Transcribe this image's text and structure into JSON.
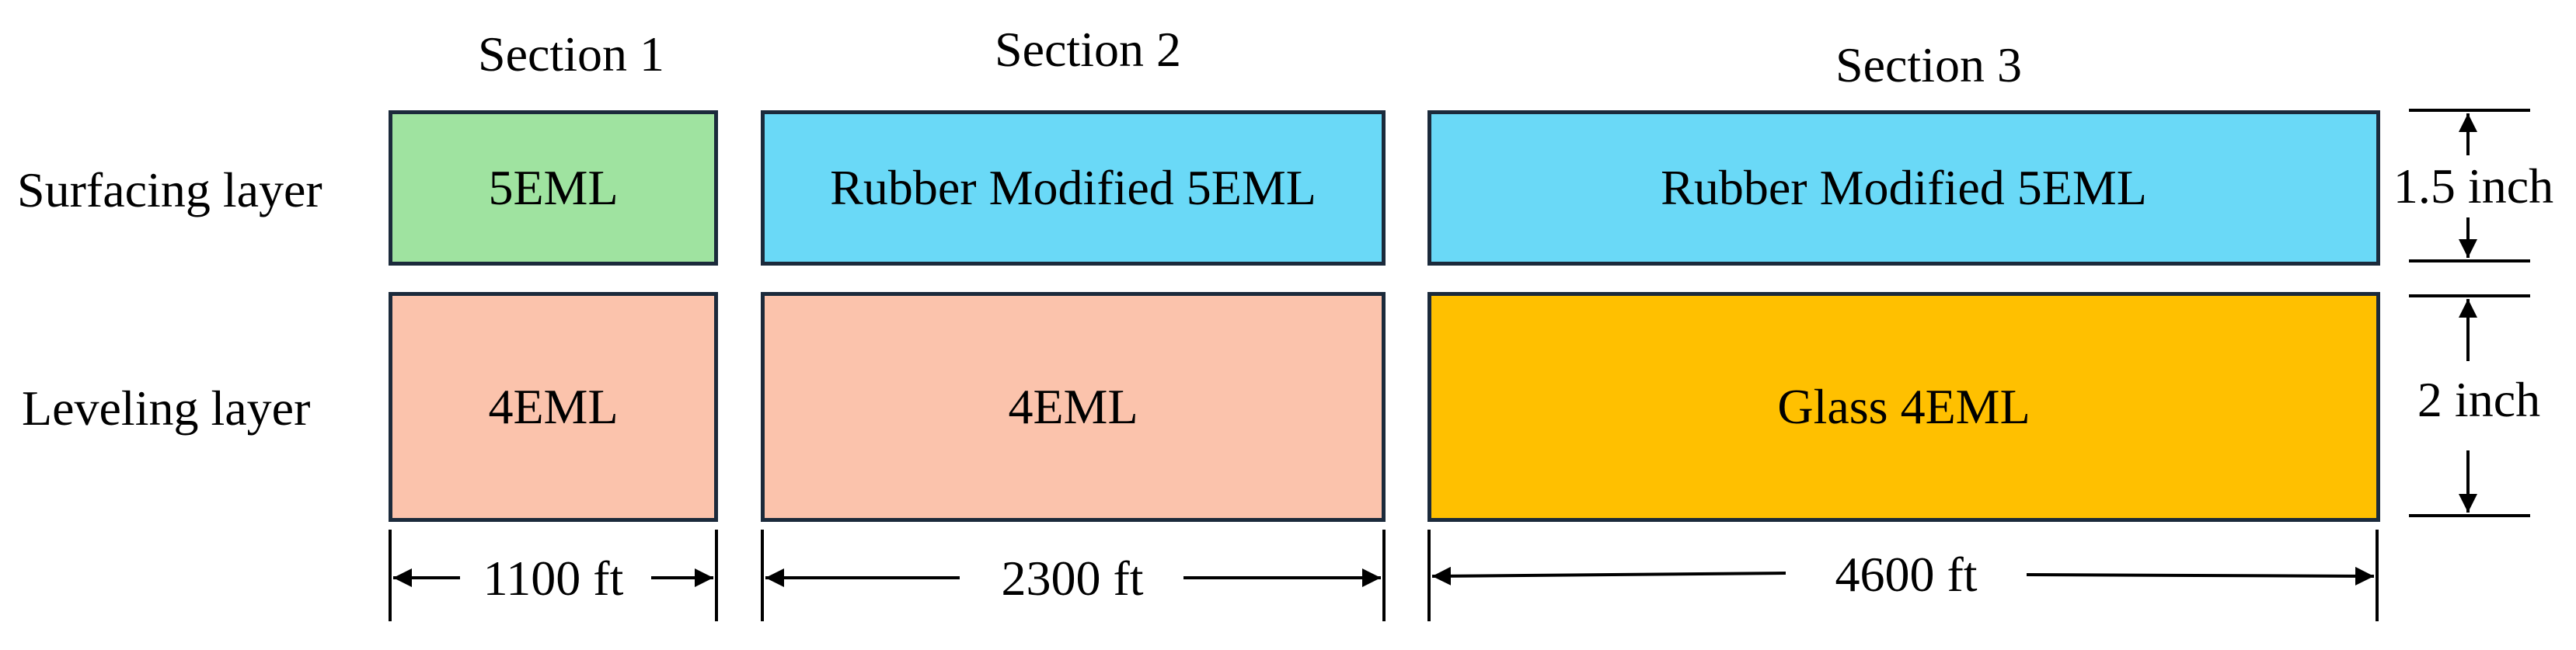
{
  "headers": {
    "section1": "Section 1",
    "section2": "Section 2",
    "section3": "Section 3"
  },
  "rows": {
    "surfacing": "Surfacing layer",
    "leveling": "Leveling layer"
  },
  "cells": {
    "s1_surf": "5EML",
    "s2_surf": "Rubber Modified 5EML",
    "s3_surf": "Rubber Modified 5EML",
    "s1_lev": "4EML",
    "s2_lev": "4EML",
    "s3_lev": "Glass 4EML"
  },
  "lengths": {
    "s1": "1100 ft",
    "s2": "2300 ft",
    "s3": "4600 ft"
  },
  "thickness": {
    "surfacing": "1.5 inch",
    "leveling": "2 inch"
  },
  "colors": {
    "green": "#9fe3a0",
    "cyan": "#6ad9f7",
    "salmon": "#fbc3ac",
    "amber": "#ffc000",
    "border": "#1b2a3b"
  }
}
